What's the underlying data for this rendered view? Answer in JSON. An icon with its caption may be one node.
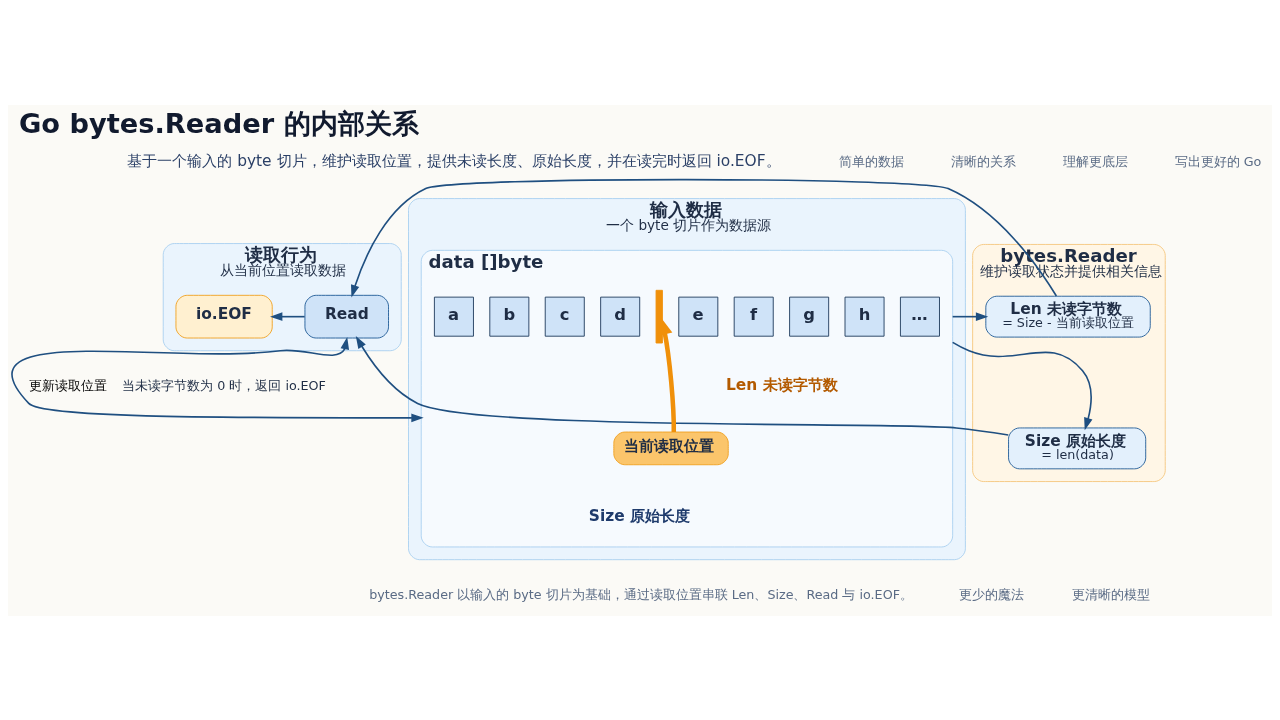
{
  "diagram": {
    "title": "Go bytes.Reader 的内部关系",
    "nodes": [
      {
        "text": [
          "输入数据",
          "一个 byte 切片作为数据源"
        ]
      },
      {
        "text": [
          "data []byte"
        ],
        "in": 0
      },
      {
        "text": [
          "a"
        ],
        "in": 1
      },
      {
        "text": [
          "b"
        ],
        "in": 1
      },
      {
        "text": [
          "c"
        ],
        "in": 1
      },
      {
        "text": [
          "d"
        ],
        "in": 1
      },
      {
        "text": [
          "e"
        ],
        "in": 1
      },
      {
        "text": [
          "f"
        ],
        "in": 1
      },
      {
        "text": [
          "g"
        ],
        "in": 1
      },
      {
        "text": [
          "h"
        ],
        "in": 1
      },
      {
        "text": [
          "…"
        ],
        "in": 1
      },
      {
        "text": [],
        "shape": "bar",
        "in": 1
      },
      {
        "text": [
          "当前读取位置"
        ],
        "in": 1
      },
      {
        "text": [
          "bytes.Reader",
          "维护读取状态并提供相关信息"
        ]
      },
      {
        "text": [
          "Len 未读字节数",
          "= Size - 当前读取位置"
        ],
        "in": 13
      },
      {
        "text": [
          "Size 原始长度",
          "= len(data)"
        ],
        "in": 13
      },
      {
        "text": [
          "读取行为",
          "从当前位置读取数据"
        ]
      },
      {
        "text": [
          "Read"
        ],
        "in": 16
      },
      {
        "text": [
          "io.EOF"
        ],
        "in": 16,
        "beside": [
          "当未读字节数为 0 时，返回 io.EOF"
        ]
      }
    ],
    "edges": [
      {
        "from": 12,
        "to": 11,
        "arrow": "to",
        "style": "thick",
        "color": "#f0900a"
      },
      {
        "from": 1,
        "to": 14,
        "arrow": "to"
      },
      {
        "from": 1,
        "to": 15,
        "arrow": "to"
      },
      {
        "from": 14,
        "to": 17,
        "arrow": "to"
      },
      {
        "from": 15,
        "to": 17,
        "arrow": "to"
      },
      {
        "from": 17,
        "to": 18,
        "arrow": "to"
      },
      {
        "from": 17,
        "to": 1,
        "arrow": "both",
        "label": "更新读取位置"
      }
    ],
    "labels": [
      "基于一个输入的 byte 切片，维护读取位置，提供未读长度、原始长度，并在读完时返回 io.EOF。",
      "简单的数据",
      "清晰的关系",
      "理解更底层",
      "写出更好的 Go",
      "Len 未读字节数",
      "Size 原始长度",
      "bytes.Reader 以输入的 byte 切片为基础，通过读取位置串联 Len、Size、Read 与 io.EOF。",
      "更少的魔法",
      "更清晰的模型"
    ]
  }
}
